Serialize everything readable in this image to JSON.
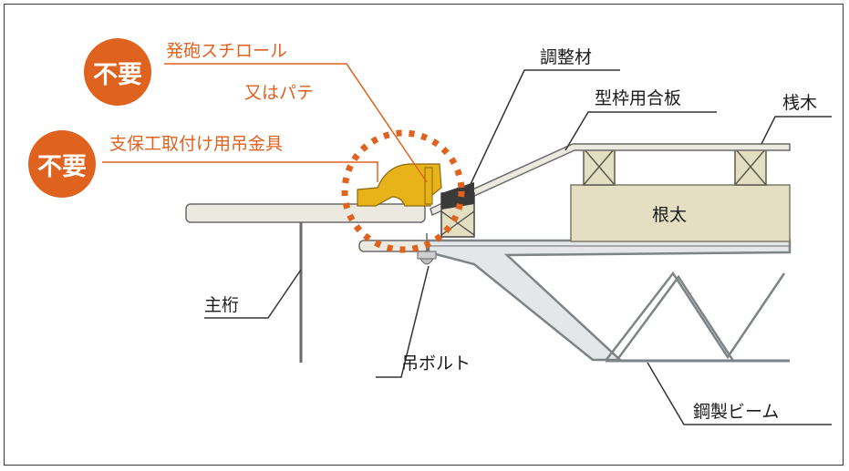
{
  "badges": {
    "top": "不要",
    "bottom": "不要"
  },
  "labels": {
    "foam_line1": "発砲スチロール",
    "foam_line2": "又はパテ",
    "hanger": "支保工取付け用吊金具",
    "adjuster": "調整材",
    "plywood": "型枠用合板",
    "batten": "桟木",
    "joist": "根太",
    "main_girder": "主桁",
    "bolt": "吊ボルト",
    "steel_beam": "鋼製ビーム"
  },
  "colors": {
    "accent": "#e0621f",
    "joist_fill": "#e4dfc2",
    "beam_fill": "#e4e6e8",
    "fitting": "#e8b318"
  }
}
